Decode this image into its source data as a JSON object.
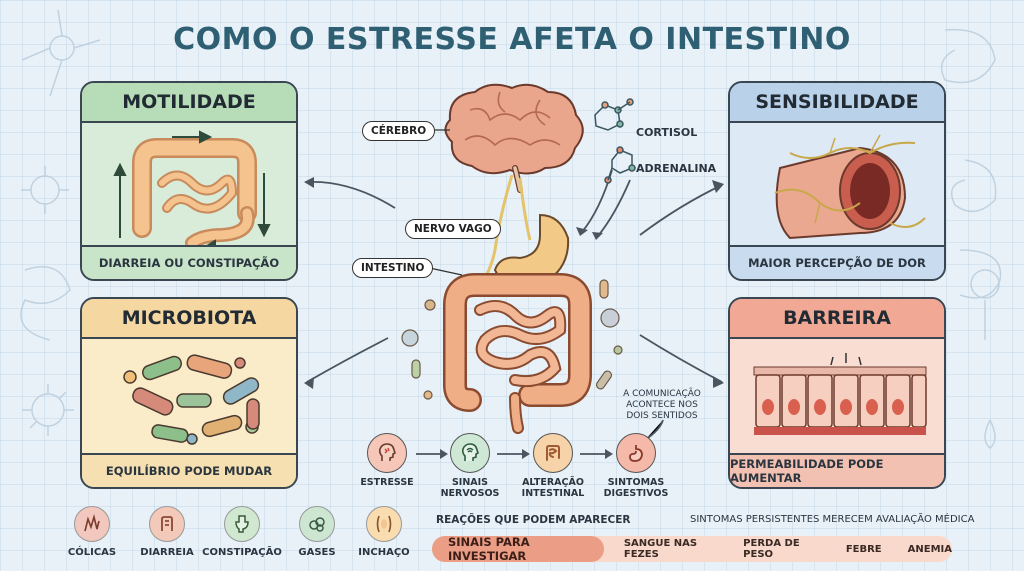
{
  "title": "COMO O ESTRESSE AFETA O INTESTINO",
  "cards": {
    "motilidade": {
      "title": "MOTILIDADE",
      "footer": "DIARREIA OU CONSTIPAÇÃO",
      "color": "#b7dcb8"
    },
    "microbiota": {
      "title": "MICROBIOTA",
      "footer": "EQUILÍBRIO PODE MUDAR",
      "color": "#f4d7a1"
    },
    "sensibilidade": {
      "title": "SENSIBILIDADE",
      "footer": "MAIOR PERCEPÇÃO DE DOR",
      "color": "#b9d2ea"
    },
    "barreira": {
      "title": "BARREIRA",
      "footer": "PERMEABILIDADE PODE AUMENTAR",
      "color": "#f1a995"
    }
  },
  "center_labels": {
    "cerebro": "CÉREBRO",
    "nervo_vago": "NERVO VAGO",
    "intestino": "INTESTINO",
    "cortisol": "CORTISOL",
    "adrenalina": "ADRENALINA",
    "note": "A COMUNICAÇÃO ACONTECE NOS DOIS SENTIDOS"
  },
  "flow": [
    {
      "label": "ESTRESSE",
      "icon": "head-stress-icon",
      "color": "#f6c6b8"
    },
    {
      "label": "SINAIS NERVOSOS",
      "icon": "head-signal-icon",
      "color": "#cfe8d5"
    },
    {
      "label": "ALTERAÇÃO INTESTINAL",
      "icon": "intestine-icon",
      "color": "#f6d3a8"
    },
    {
      "label": "SINTOMAS DIGESTIVOS",
      "icon": "stomach-icon",
      "color": "#f5b9a9"
    }
  ],
  "symptoms": [
    {
      "label": "CÓLICAS",
      "icon": "cramp-icon",
      "color": "#f2c7bd"
    },
    {
      "label": "DIARREIA",
      "icon": "diarrhea-icon",
      "color": "#f3c9b9"
    },
    {
      "label": "CONSTIPAÇÃO",
      "icon": "toilet-icon",
      "color": "#cfe8cf"
    },
    {
      "label": "GASES",
      "icon": "gas-icon",
      "color": "#cde6d2"
    },
    {
      "label": "INCHAÇO",
      "icon": "bloating-icon",
      "color": "#f9dcb0"
    }
  ],
  "reactions_label": "REAÇÕES QUE PODEM APARECER",
  "persistent_note": "SINTOMAS PERSISTENTES MERECEM AVALIAÇÃO MÉDICA",
  "signs": {
    "main": "SINAIS PARA INVESTIGAR",
    "items": [
      "SANGUE NAS FEZES",
      "PERDA DE PESO",
      "FEBRE",
      "ANEMIA"
    ]
  }
}
